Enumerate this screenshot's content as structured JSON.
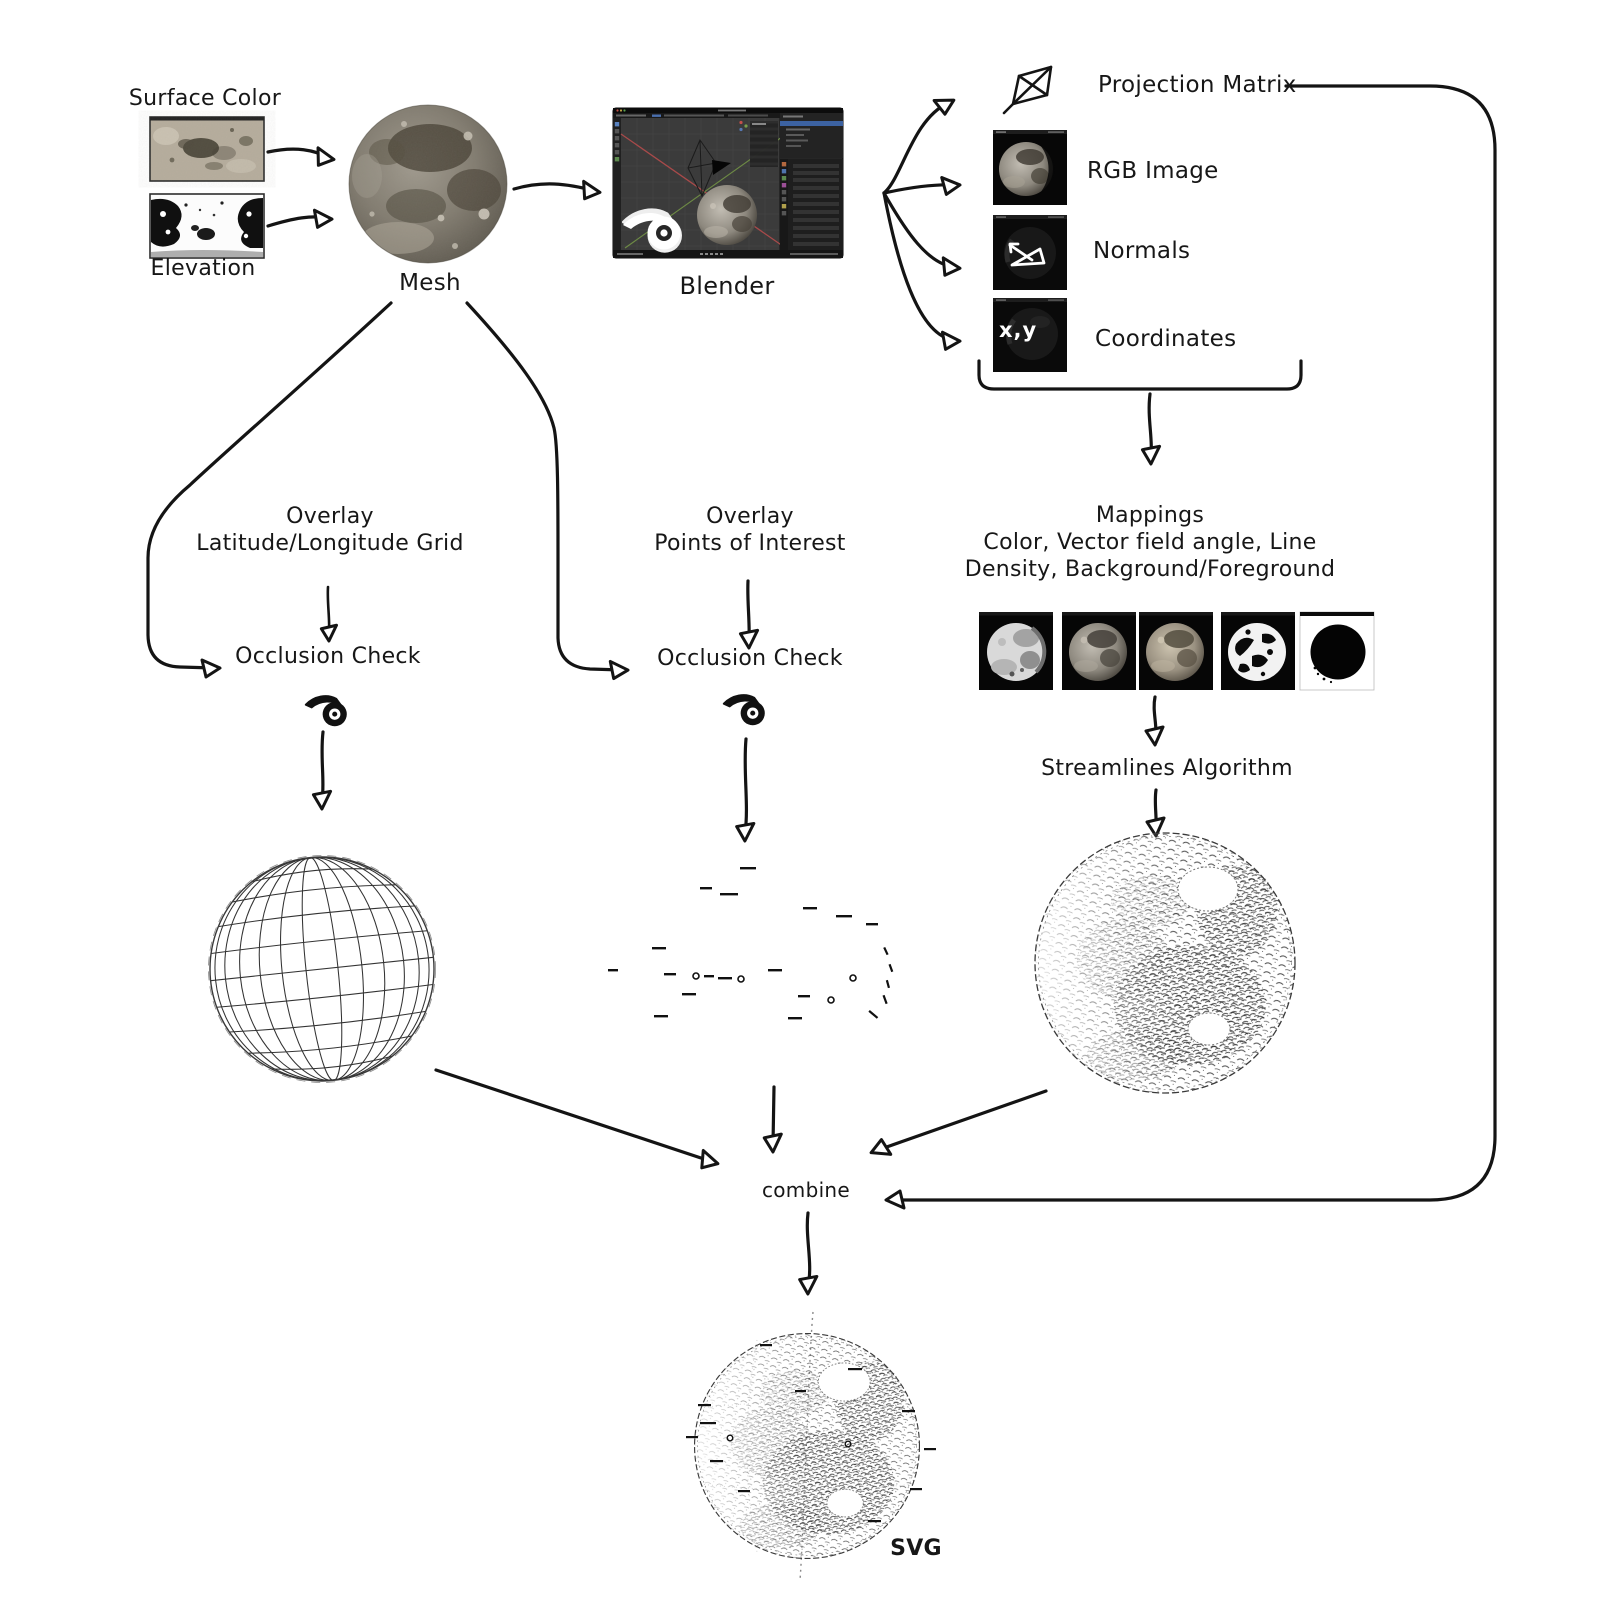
{
  "diagram": {
    "background_color": "#ffffff",
    "ink_color": "#141414",
    "inputs": {
      "surface_color_label": "Surface Color",
      "elevation_label": "Elevation"
    },
    "mesh_label": "Mesh",
    "blender_label": "Blender",
    "outputs": {
      "projection_matrix_label": "Projection Matrix",
      "rgb_image_label": "RGB Image",
      "normals_label": "Normals",
      "coordinates_label": "Coordinates",
      "coordinates_overlay_text": "x,y"
    },
    "mappings": {
      "title": "Mappings",
      "line2": "Color, Vector field angle, Line",
      "line3": "Density, Background/Foreground"
    },
    "streamlines_label": "Streamlines Algorithm",
    "grid_branch": {
      "overlay_line1": "Overlay",
      "overlay_line2": "Latitude/Longitude Grid",
      "occlusion_label": "Occlusion Check"
    },
    "poi_branch": {
      "overlay_line1": "Overlay",
      "overlay_line2": "Points of Interest",
      "occlusion_label": "Occlusion Check"
    },
    "combine_label": "combine",
    "final_output_label": "SVG",
    "icons": {
      "projection_matrix_icon": "wireframe-frustum-sketch",
      "normals_icon": "vector-arrows-sketch",
      "blender_logo_icon": "blender-logo",
      "surface_color_image": "moon-color-equirect-strip",
      "elevation_image": "moon-elevation-bw-strip",
      "mesh_image": "textured-moon-sphere",
      "blender_image": "blender-app-screenshot",
      "mapping_thumbs": [
        "shaded-moon",
        "gray-moon",
        "color-moon",
        "threshold-moon",
        "silhouette-moon"
      ],
      "wireframe_sphere_image": "lat-long-grid-sphere",
      "poi_scatter_image": "points-of-interest-labels",
      "streamline_moon_image": "pen-stipple-moon",
      "final_moon_image": "pen-stipple-moon-with-grid-and-labels"
    }
  }
}
